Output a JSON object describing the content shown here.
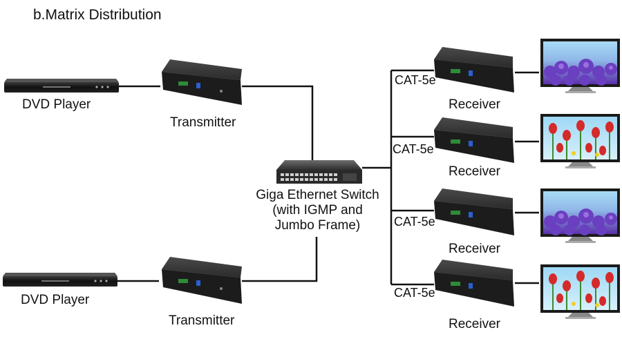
{
  "title": "b.Matrix Distribution",
  "sources": [
    {
      "device": "DVD Player",
      "extender": "Transmitter"
    },
    {
      "device": "DVD Player",
      "extender": "Transmitter"
    }
  ],
  "switch": {
    "lines": [
      "Giga Ethernet Switch",
      "(with IGMP and",
      "Jumbo Frame)"
    ]
  },
  "sinks": [
    {
      "cable": "CAT-5e",
      "extender": "Receiver",
      "screen": "purple-flowers"
    },
    {
      "cable": "CAT-5e",
      "extender": "Receiver",
      "screen": "red-tulips"
    },
    {
      "cable": "CAT-5e",
      "extender": "Receiver",
      "screen": "purple-flowers"
    },
    {
      "cable": "CAT-5e",
      "extender": "Receiver",
      "screen": "red-tulips"
    }
  ],
  "colors": {
    "line": "#111111",
    "device": "#2a2a2a",
    "sky": "#8fd3f4",
    "purple": "#6a3fc0",
    "tulip": "#d42a2a"
  }
}
